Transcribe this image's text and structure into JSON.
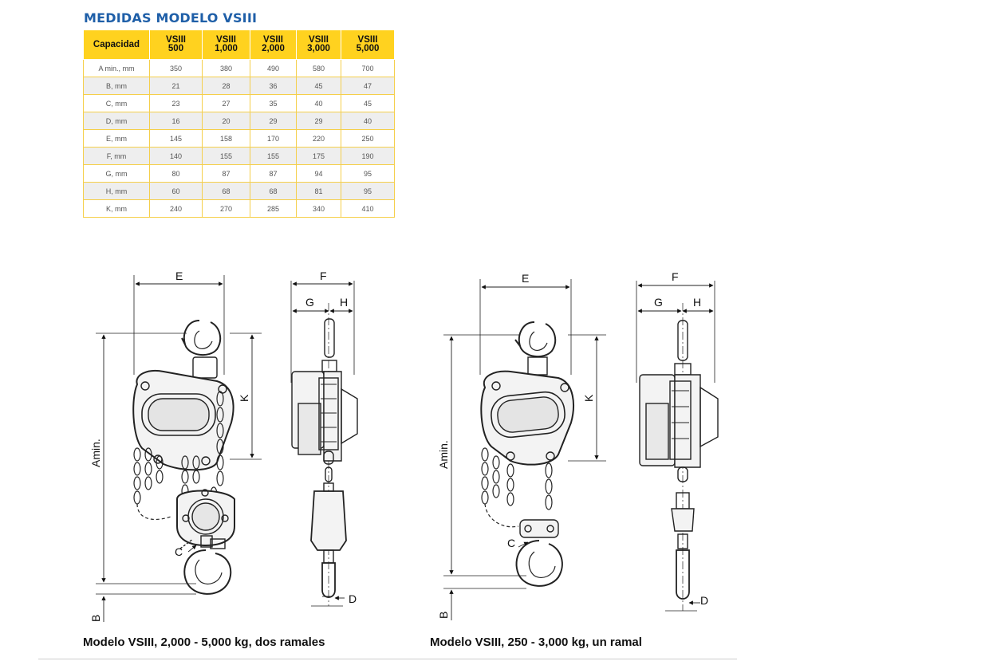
{
  "title": "MEDIDAS MODELO VSIII",
  "table": {
    "headers": [
      "Capacidad",
      "VSIII\n500",
      "VSIII\n1,000",
      "VSIII\n2,000",
      "VSIII\n3,000",
      "VSIII\n5,000"
    ],
    "rows": [
      [
        "A min., mm",
        "350",
        "380",
        "490",
        "580",
        "700"
      ],
      [
        "B, mm",
        "21",
        "28",
        "36",
        "45",
        "47"
      ],
      [
        "C, mm",
        "23",
        "27",
        "35",
        "40",
        "45"
      ],
      [
        "D, mm",
        "16",
        "20",
        "29",
        "29",
        "40"
      ],
      [
        "E, mm",
        "145",
        "158",
        "170",
        "220",
        "250"
      ],
      [
        "F, mm",
        "140",
        "155",
        "155",
        "175",
        "190"
      ],
      [
        "G, mm",
        "80",
        "87",
        "87",
        "94",
        "95"
      ],
      [
        "H, mm",
        "60",
        "68",
        "68",
        "81",
        "95"
      ],
      [
        "K, mm",
        "240",
        "270",
        "285",
        "340",
        "410"
      ]
    ]
  },
  "drawings": {
    "labels": {
      "E": "E",
      "F": "F",
      "G": "G",
      "H": "H",
      "K": "K",
      "A": "Amin.",
      "B": "B",
      "C": "C",
      "D": "D"
    }
  },
  "captions": {
    "left": "Modelo VSIII, 2,000 - 5,000 kg, dos ramales",
    "right": "Modelo VSIII, 250 - 3,000 kg, un ramal"
  }
}
